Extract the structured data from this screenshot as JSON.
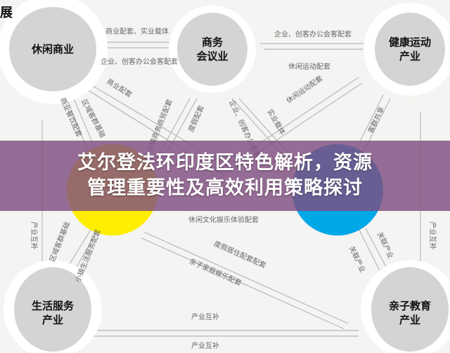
{
  "corner_text": "展",
  "nodes": {
    "leisure": "休闲商业",
    "business_1": "商务",
    "business_2": "会议业",
    "health_1": "健康运动",
    "health_2": "产业",
    "life_1": "生活服务",
    "life_2": "产业",
    "kids_1": "亲子教育",
    "kids_2": "产业"
  },
  "node_colors": {
    "gray": "#d4d4d4",
    "yellow": "#ffee00",
    "blue": "#00a8e8"
  },
  "labels": {
    "l1": "商业配套、实业载体",
    "l2": "企业、创客办公会客配套",
    "l3": "企业、创客办公会客配套",
    "l4": "休闲运动配套",
    "l5": "商业配套",
    "l6": "区域客群基础",
    "l7": "商业餐饮配套",
    "l8": "小镇商务商贸配套",
    "l9": "度假配套",
    "l10": "企业、创客办公会客",
    "l11": "实业载体",
    "l12": "休闲运动配套",
    "l13": "客群共享",
    "l14": "产业互补",
    "l15": "产业互补",
    "l16": "休闲文化娱乐体验配套",
    "l17": "区域客群基础",
    "l18": "小镇生活服务配套",
    "l19": "度假居住配套配套",
    "l20": "亲子家庭娱乐配套",
    "l21": "关联产业",
    "l22": "关联产业",
    "l23": "产业互补",
    "l24": "产业互补"
  },
  "banner": {
    "line1": "艾尔登法环印度区特色解析，资源",
    "line2": "管理重要性及高效利用策略探讨"
  }
}
